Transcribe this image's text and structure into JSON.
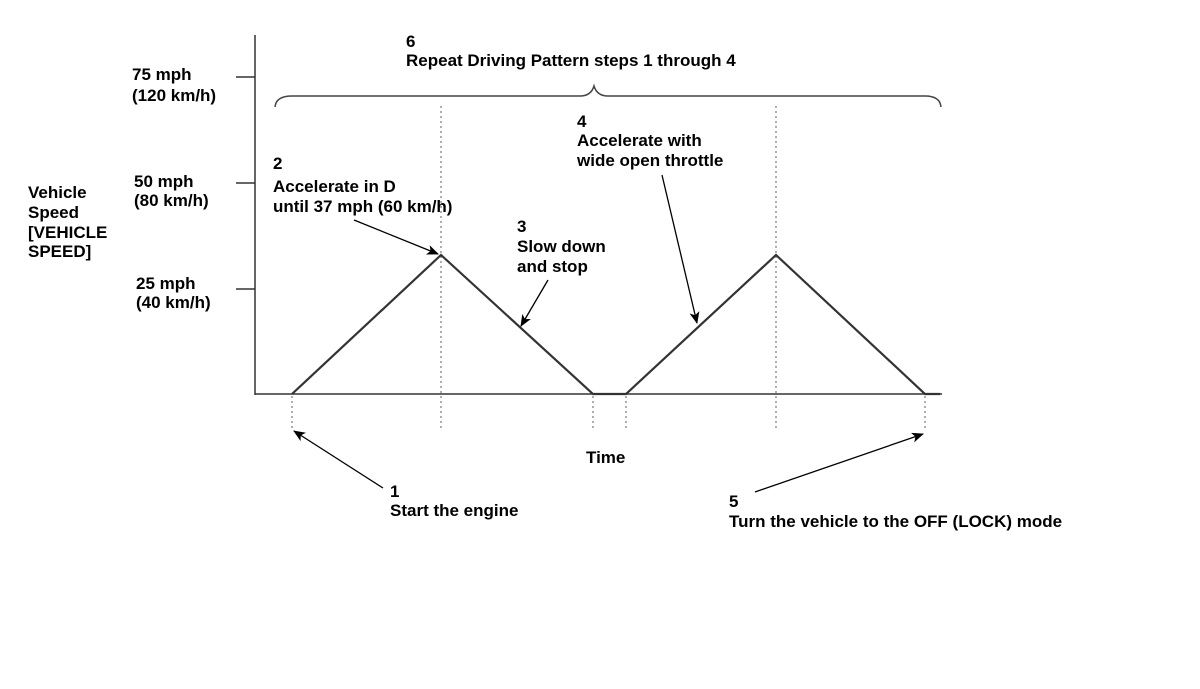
{
  "y_axis": {
    "title": [
      "Vehicle",
      "Speed",
      "[VEHICLE",
      "SPEED]"
    ],
    "ticks": [
      {
        "speed": "75 mph",
        "metric": "(120 km/h)"
      },
      {
        "speed": "50 mph",
        "metric": "(80 km/h)"
      },
      {
        "speed": "25 mph",
        "metric": "(40 km/h)"
      }
    ]
  },
  "x_axis": {
    "title": "Time"
  },
  "steps": {
    "step1": {
      "number": "1",
      "text": [
        "Start the engine"
      ]
    },
    "step2": {
      "number": "2",
      "text": [
        "Accelerate in D",
        "until 37 mph (60 km/h)"
      ]
    },
    "step3": {
      "number": "3",
      "text": [
        "Slow down",
        "and stop"
      ]
    },
    "step4": {
      "number": "4",
      "text": [
        "Accelerate with",
        "wide open throttle"
      ]
    },
    "step5": {
      "number": "5",
      "text": [
        "Turn the vehicle to the OFF (LOCK) mode"
      ]
    },
    "step6": {
      "number": "6",
      "text": [
        "Repeat Driving Pattern steps 1 through 4"
      ]
    }
  }
}
